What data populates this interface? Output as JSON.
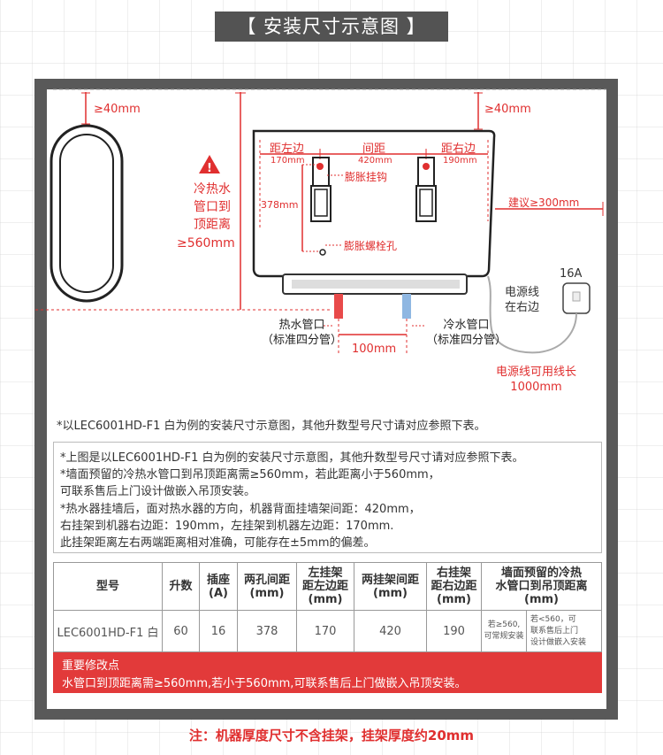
{
  "title": "【 安装尺寸示意图 】",
  "diagram": {
    "gap_left": "≥40mm",
    "gap_top": "≥40mm",
    "warn_lines": [
      "冷热水",
      "管口到",
      "顶距离",
      "≥560mm"
    ],
    "dist_left_label": "距左边",
    "dist_left_value": "170mm",
    "spacing_label": "间距",
    "spacing_value": "420mm",
    "dist_right_label": "距右边",
    "dist_right_value": "190mm",
    "height_value": "378mm",
    "hook_label": "膨胀挂钩",
    "bolt_label": "膨胀螺栓孔",
    "right_suggest": "建议≥300mm",
    "socket_amp": "16A",
    "power_side": [
      "电源线",
      "在右边"
    ],
    "hot_pipe": [
      "热水管口",
      "（标准四分管）"
    ],
    "cold_pipe": [
      "冷水管口",
      "（标准四分管）"
    ],
    "pipe_spacing": "100mm",
    "cord_length": [
      "电源线可用线长",
      "1000mm"
    ]
  },
  "note_top": "*以LEC6001HD-F1 白为例的安装尺寸示意图，其他升数型号尺寸请对应参照下表。",
  "notes": [
    "*上图是以LEC6001HD-F1 白为例的安装尺寸示意图，其他升数型号尺寸请对应参照下表。",
    "*墙面预留的冷热水管口到吊顶距离需≥560mm，若此距离小于560mm，",
    "  可联系售后上门设计做嵌入吊顶安装。",
    "*热水器挂墙后，面对热水器的方向，机器背面挂墙架间距：420mm，",
    "  右挂架到机器右边距：190mm，左挂架到机器左边距：170mm.",
    "  此挂架距离左右两端距离相对准确，可能存在±5mm的偏差。"
  ],
  "table": {
    "headers": [
      "型号",
      "升数",
      "插座\n(A)",
      "两孔间距\n(mm)",
      "左挂架\n距左边距\n(mm)",
      "两挂架间距\n(mm)",
      "右挂架\n距右边距\n(mm)",
      "墙面预留的冷热\n水管口到吊顶距离\n(mm)"
    ],
    "row": [
      "LEC6001HD-F1 白",
      "60",
      "16",
      "378",
      "170",
      "420",
      "190"
    ],
    "last_a": "若≥560,\n可常规安装",
    "last_b": "若<560，可\n联系售后上门\n设计做嵌入安装"
  },
  "important": {
    "title": "重要修改点",
    "text": "水管口到顶距离需≥560mm,若小于560mm,可联系售后上门做嵌入吊顶安装。"
  },
  "footer": "注：机器厚度尺寸不含挂架，挂架厚度约20mm"
}
